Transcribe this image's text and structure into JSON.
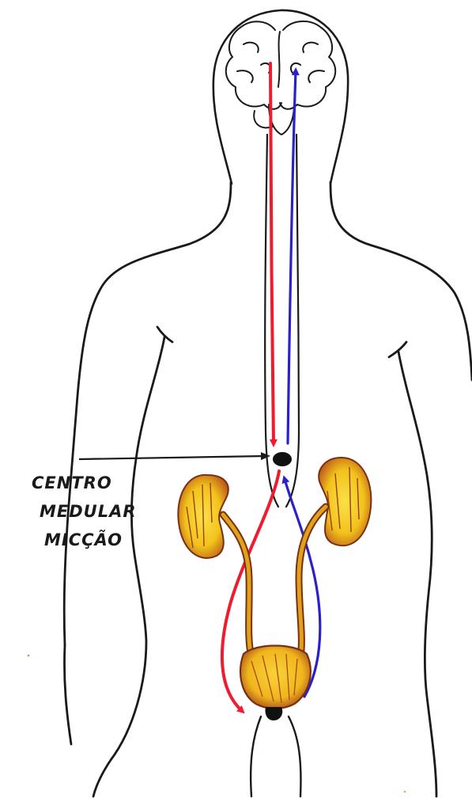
{
  "label": {
    "lines": [
      "CENTRO",
      "MEDULAR",
      "MICÇÃO"
    ]
  },
  "colors": {
    "outline": "#1a1a1a",
    "descending_pathway": "#ee1c2e",
    "ascending_pathway": "#2a22c8",
    "kidney_fill": "#f2c21b",
    "kidney_shade": "#b8561b",
    "bladder_fill": "#f0b51c",
    "ureter": "#a0501c"
  },
  "icons": {
    "brain": "brain-icon",
    "spinal_center": "spinal-center-marker-icon"
  }
}
